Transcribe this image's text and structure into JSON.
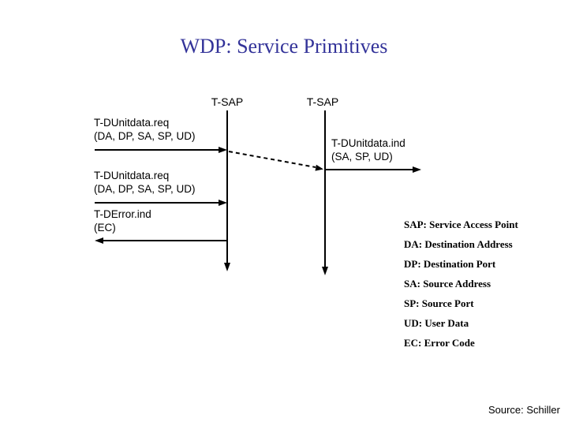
{
  "slide": {
    "title": "WDP: Service Primitives",
    "source_note": "Source: Schiller"
  },
  "diagram": {
    "sap_left_label": "T-SAP",
    "sap_right_label": "T-SAP",
    "messages": [
      {
        "name": "T-DUnitdata.req",
        "params": "(DA, DP, SA, SP, UD)",
        "direction": "right-into-left-sap"
      },
      {
        "name": "T-DUnitdata.ind",
        "params": "(SA, SP, UD)",
        "direction": "right-out-of-right-sap"
      },
      {
        "name": "T-DUnitdata.req",
        "params": "(DA, DP, SA, SP, UD)",
        "direction": "right-into-left-sap"
      },
      {
        "name": "T-DError.ind",
        "params": "(EC)",
        "direction": "left-out-of-left-sap"
      }
    ],
    "transit": "dashed-arrow-left-sap-to-right-sap"
  },
  "legend": [
    "SAP: Service Access Point",
    "DA: Destination Address",
    "DP: Destination Port",
    "SA: Source Address",
    "SP: Source Port",
    "UD: User Data",
    "EC: Error Code"
  ],
  "colors": {
    "title": "#333399",
    "line": "#000000",
    "background": "#ffffff"
  }
}
